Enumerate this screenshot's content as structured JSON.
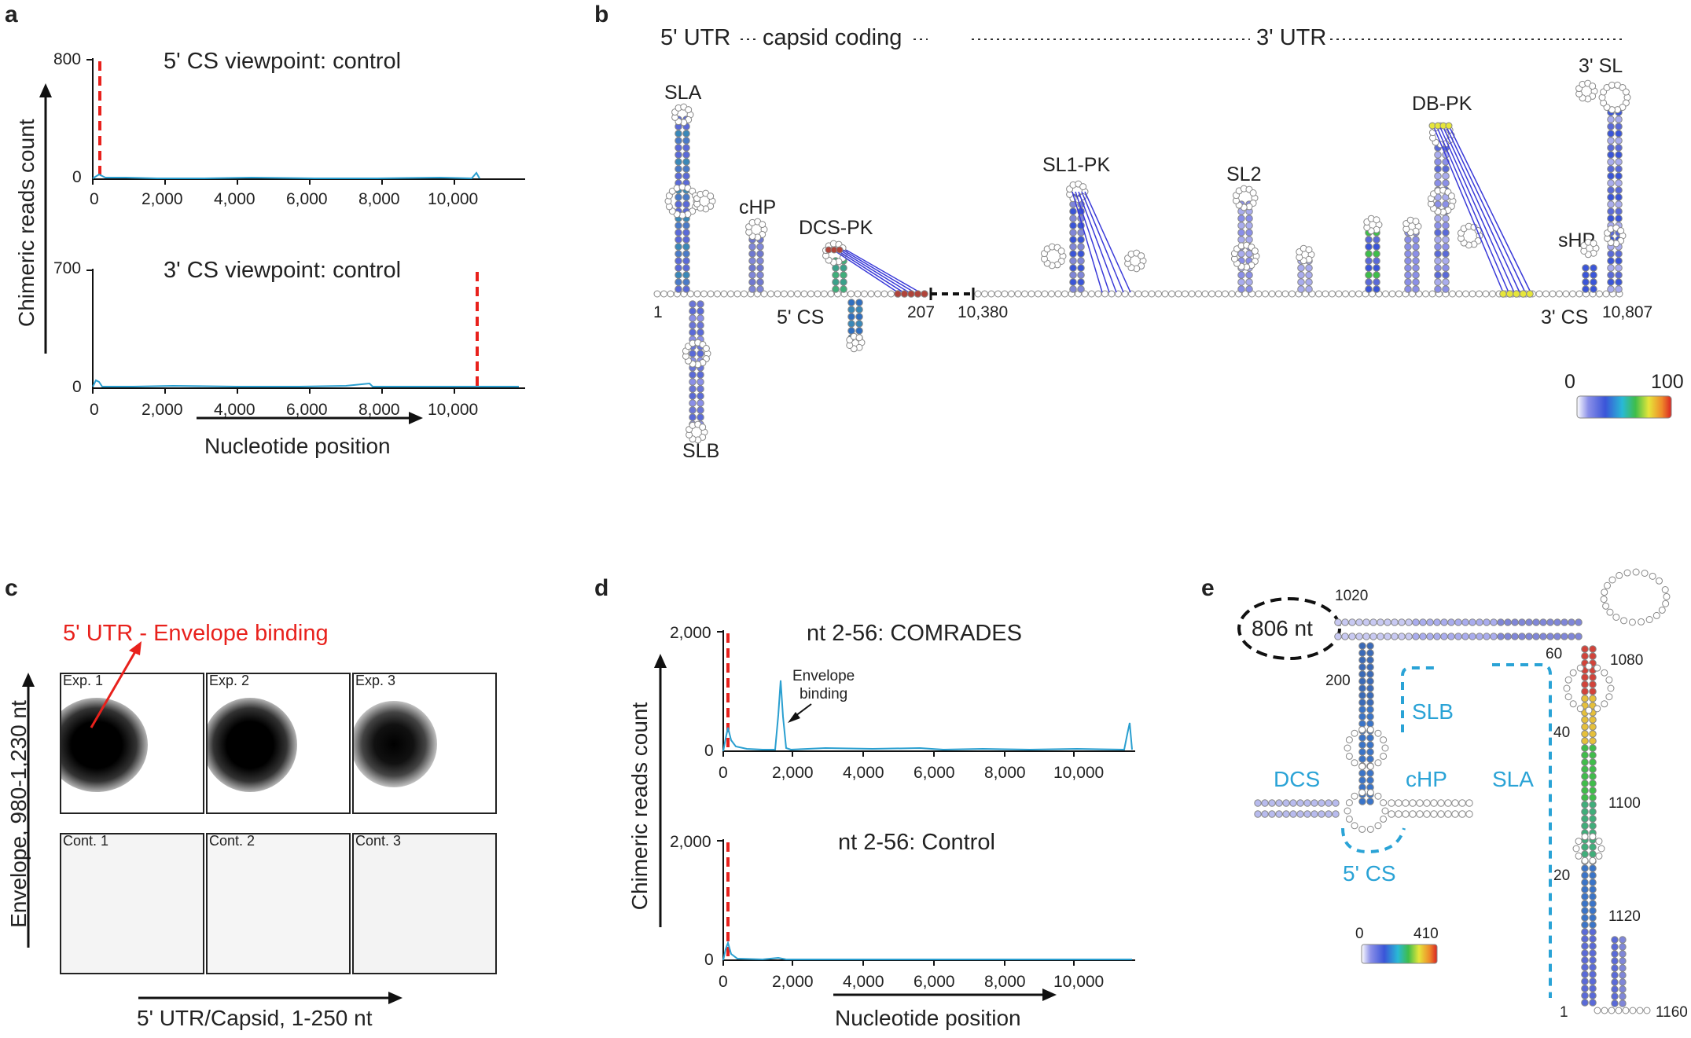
{
  "panels": {
    "a": {
      "label": "a",
      "top_title": "5' CS viewpoint: control",
      "top_ymax": "800",
      "top_y0": "0",
      "bottom_title": "3' CS viewpoint: control",
      "bottom_ymax": "700",
      "bottom_y0": "0",
      "ylabel": "Chimeric reads count",
      "xlabel": "Nucleotide position",
      "xticks": [
        "0",
        "2,000",
        "4,000",
        "6,000",
        "8,000",
        "10,000"
      ]
    },
    "b": {
      "label": "b",
      "header_5utr": "5' UTR",
      "header_capsid": "capsid coding",
      "header_3utr": "3' UTR",
      "structures": [
        "SLA",
        "SLB",
        "cHP",
        "DCS-PK",
        "SL1-PK",
        "SL2",
        "DB-PK",
        "sHP",
        "3' SL"
      ],
      "positions": [
        "1",
        "207",
        "10,380",
        "10,807"
      ],
      "cs_5": "5' CS",
      "cs_3": "3' CS",
      "scale_min": "0",
      "scale_max": "100"
    },
    "c": {
      "label": "c",
      "annotation": "5' UTR - Envelope binding",
      "exp_labels": [
        "Exp. 1",
        "Exp. 2",
        "Exp. 3"
      ],
      "cont_labels": [
        "Cont. 1",
        "Cont. 2",
        "Cont. 3"
      ],
      "ylabel": "Envelope, 980-1,230 nt",
      "xlabel": "5' UTR/Capsid, 1-250 nt"
    },
    "d": {
      "label": "d",
      "top_title": "nt 2-56: COMRADES",
      "bottom_title": "nt 2-56: Control",
      "ymax": "2,000",
      "y0": "0",
      "annotation": "Envelope\nbinding",
      "ylabel": "Chimeric reads count",
      "xlabel": "Nucleotide position",
      "xticks": [
        "0",
        "2,000",
        "4,000",
        "6,000",
        "8,000",
        "10,000"
      ]
    },
    "e": {
      "label": "e",
      "loop_label": "806 nt",
      "region_labels": [
        "DCS",
        "SLB",
        "cHP",
        "SLA",
        "5' CS"
      ],
      "numbers": [
        "1020",
        "200",
        "60",
        "1080",
        "40",
        "1100",
        "20",
        "1120",
        "1",
        "1160"
      ],
      "scale_min": "0",
      "scale_max": "410"
    }
  },
  "colors": {
    "trace": "#2a9fd0",
    "dashed_marker": "#e8211c",
    "annotation_red": "#e8211c",
    "label_blue": "#2aa3d6",
    "unpaired": "#ffffff",
    "paired_low": "#7f86d8"
  }
}
